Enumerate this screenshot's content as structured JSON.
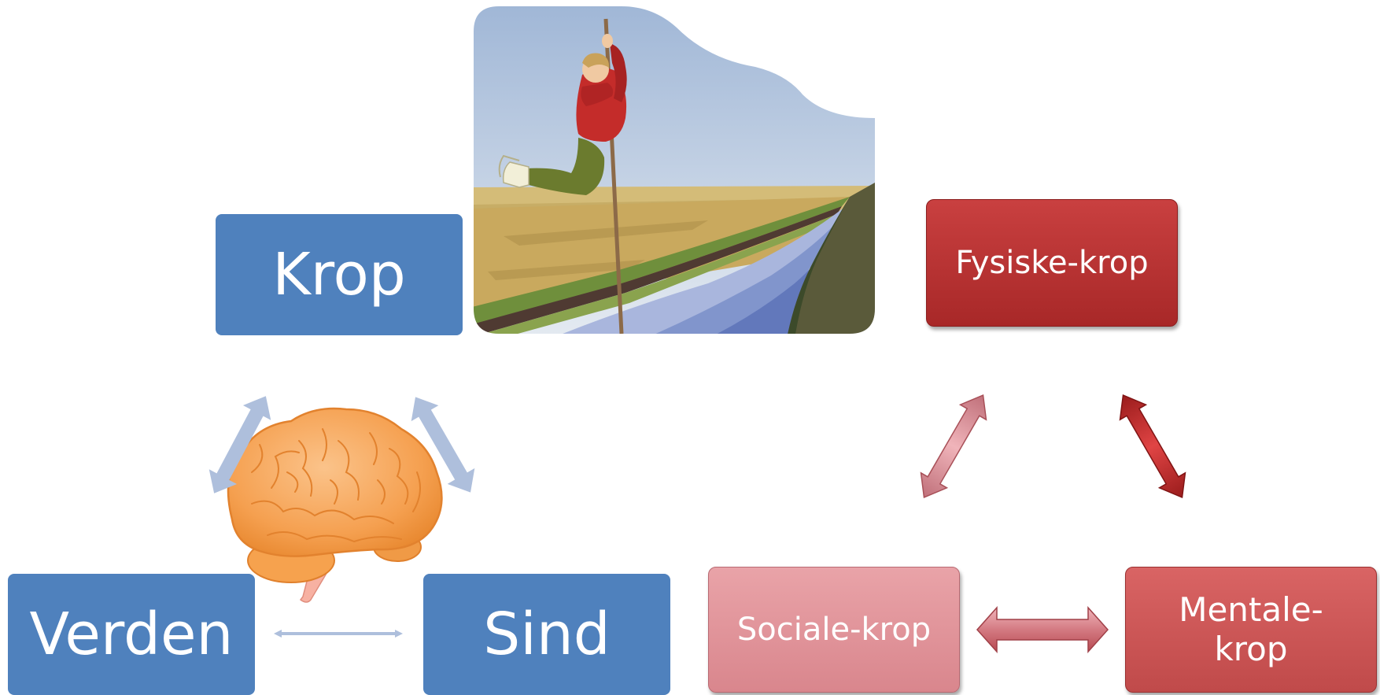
{
  "left_model": {
    "krop_label": "Krop",
    "verden_label": "Verden",
    "sind_label": "Sind",
    "box_color": "#4f81bd",
    "arrow_color": "#aebfdc"
  },
  "right_model": {
    "fysiske_label": "Fysiske-krop",
    "mentale_line1": "Mentale-",
    "mentale_line2": "krop",
    "sociale_label": "Sociale-krop",
    "colors": {
      "fysiske": "#b93333",
      "mentale": "#cd5757",
      "sociale": "#e5999e"
    }
  },
  "illustrations": {
    "pole_vault": "pole-vaulter-over-canal-illustration",
    "brain": "brain-illustration"
  }
}
